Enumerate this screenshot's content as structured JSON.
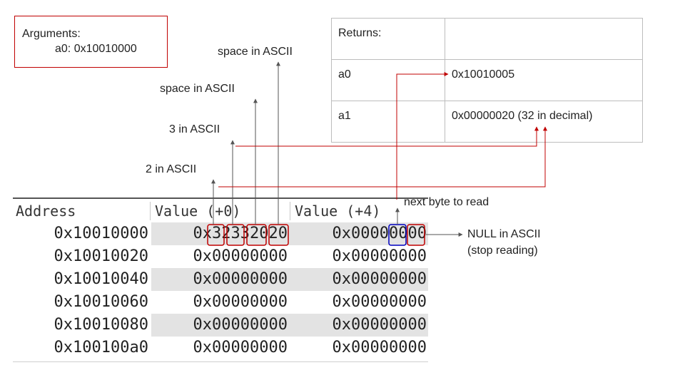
{
  "arguments": {
    "title": "Arguments:",
    "a0": "a0: 0x10010000"
  },
  "returns": {
    "title": "Returns:",
    "rows": [
      {
        "reg": "a0",
        "value": "0x10010005"
      },
      {
        "reg": "a1",
        "value": "0x00000020 (32 in decimal)"
      }
    ]
  },
  "annotations": {
    "space1": "space in ASCII",
    "space2": "space in ASCII",
    "three": "3 in ASCII",
    "two": "2 in ASCII",
    "next_byte": "next byte to read",
    "null_line1": "NULL in ASCII",
    "null_line2": "(stop reading)"
  },
  "memory": {
    "headers": {
      "address": "Address",
      "value0": "Value (+0)",
      "value4": "Value (+4)"
    },
    "rows": [
      {
        "address": "0x10010000",
        "value0": "0x32332020",
        "value4": "0x00000000"
      },
      {
        "address": "0x10010020",
        "value0": "0x00000000",
        "value4": "0x00000000"
      },
      {
        "address": "0x10010040",
        "value0": "0x00000000",
        "value4": "0x00000000"
      },
      {
        "address": "0x10010060",
        "value0": "0x00000000",
        "value4": "0x00000000"
      },
      {
        "address": "0x10010080",
        "value0": "0x00000000",
        "value4": "0x00000000"
      },
      {
        "address": "0x100100a0",
        "value0": "0x00000000",
        "value4": "0x00000000"
      }
    ]
  },
  "colors": {
    "highlight_red": "#c00000",
    "highlight_blue": "#0000c0",
    "arrow_gray": "#555555",
    "row_shade": "#e3e3e3"
  }
}
